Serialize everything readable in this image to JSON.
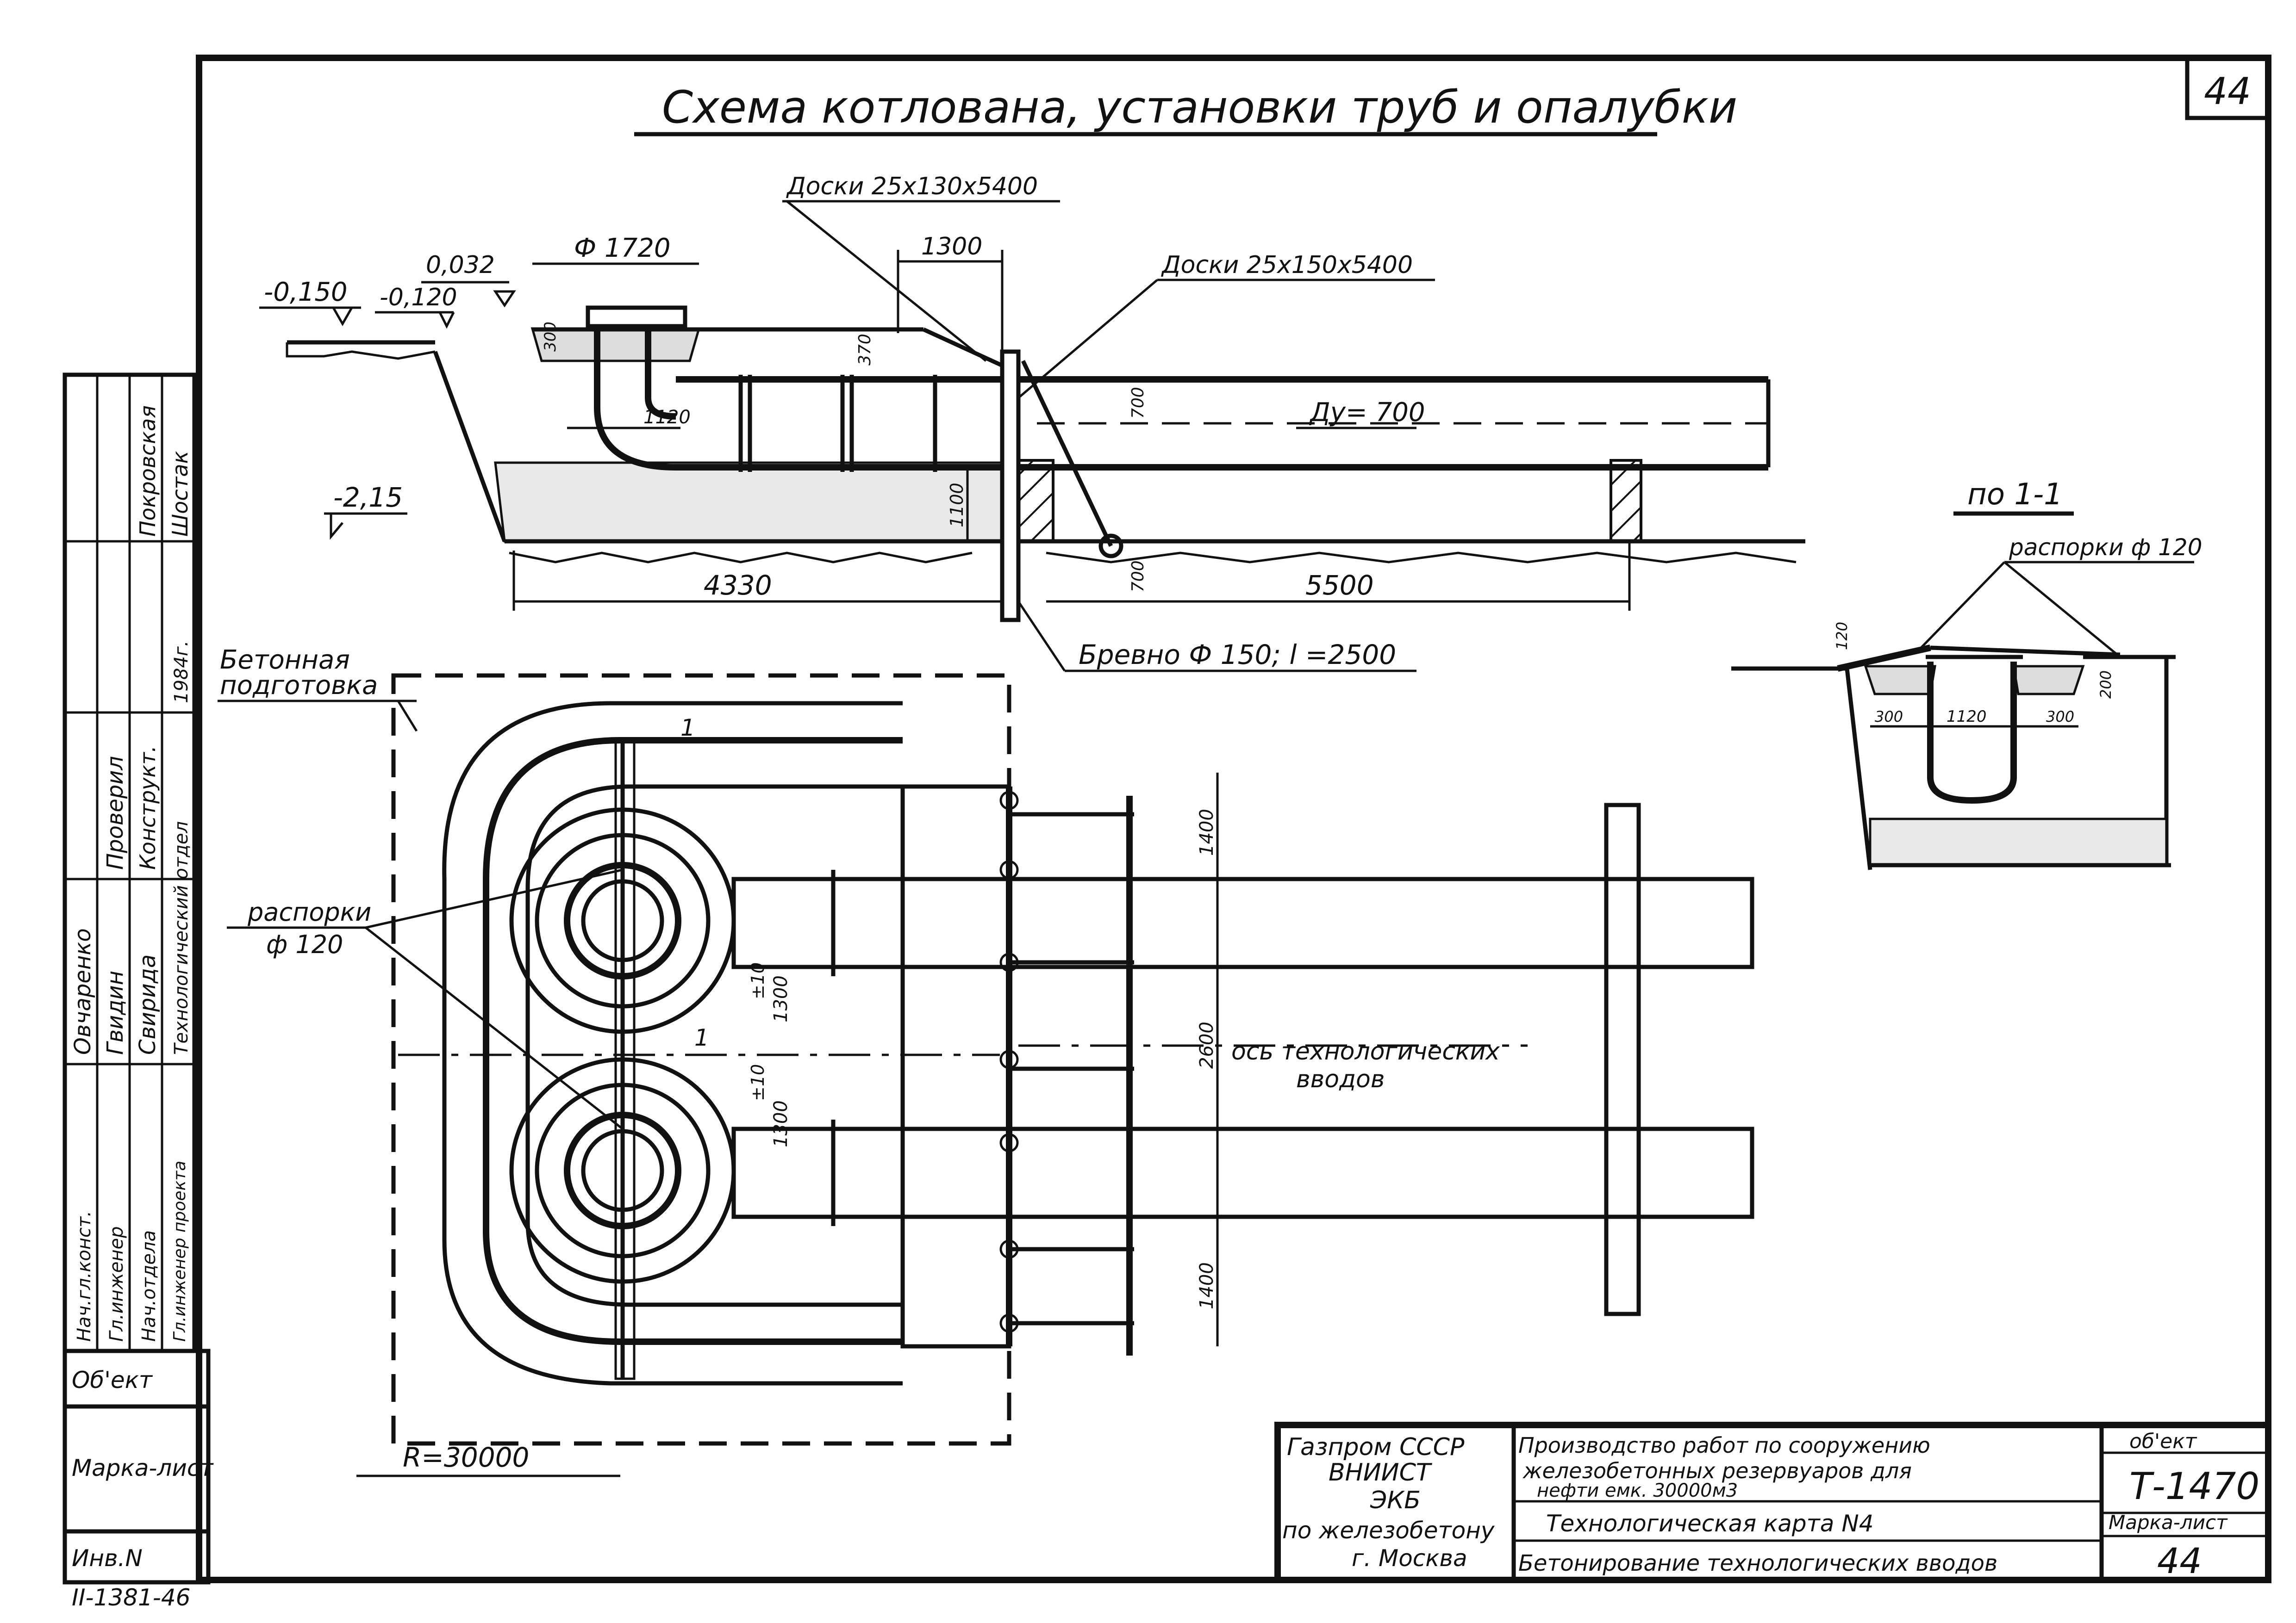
{
  "sheet": {
    "title": "Схема котлована, установки труб и опалубки",
    "page_number": "44"
  },
  "elevation": {
    "level_1": "-0,150",
    "level_2": "-0,120",
    "level_3": "0,032",
    "level_bottom": "-2,15",
    "pipe_dia": "Ф 1720",
    "dim_1300_top": "1300",
    "board_label_1": "Доски 25х130х5400",
    "board_label_2": "Доски 25х150х5400",
    "pipe_label": "Ду= 700",
    "dim_300": "300",
    "dim_370": "370",
    "dim_1120": "1120",
    "dim_700a": "700",
    "dim_1100": "1100",
    "dim_700b": "700",
    "dim_4330": "4330",
    "dim_5500": "5500",
    "log_label": "Бревно Ф 150; l =2500"
  },
  "plan": {
    "concrete_label_1": "Бетонная",
    "concrete_label_2": "подготовка",
    "strut_label_1": "распорки",
    "strut_label_2": "ф 120",
    "axis_label_1": "ось технологических",
    "axis_label_2": "вводов",
    "dim_1400_top": "1400",
    "dim_2600": "2600",
    "dim_1400_bottom": "1400",
    "dim_1300_a": "1300",
    "dim_1300_b": "1300",
    "tol_a": "±10",
    "tol_b": "±10",
    "radius": "R=30000",
    "section_mark": "1"
  },
  "section": {
    "title": "по 1-1",
    "strut_label": "распорки ф 120",
    "dim_120": "120",
    "dim_300_left": "300",
    "dim_1120": "1120",
    "dim_300_right": "300",
    "dim_200": "200"
  },
  "signatures": {
    "roles": [
      "Нач.гл.конст.",
      "Гл.инженер",
      "Нач.отдела",
      "Гл.инженер проекта",
      "Технологический отдел"
    ],
    "names": [
      "Овчаренко",
      "Гвидин",
      "Свирида"
    ],
    "checked": "Проверил",
    "constructor": "Конструкт.",
    "approvers": [
      "Покровская",
      "Шостак"
    ],
    "date": "1984г."
  },
  "left_stamp": {
    "object": "Об'ект",
    "mark_sheet": "Марка-лист",
    "inv": "Инв.N",
    "code": "II-1381-46"
  },
  "title_block": {
    "org_1": "Газпром СССР",
    "org_2": "ВНИИСТ",
    "org_3": "ЭКБ",
    "org_4": "по железобетону",
    "org_5": "г. Москва",
    "desc_1": "Производство работ по сооружению",
    "desc_2": "железобетонных резервуаров для",
    "desc_3": "нефти емк. 30000м3",
    "card": "Технологическая карта N4",
    "subject": "Бетонирование технологических вводов",
    "object_label": "об'ект",
    "object_value": "Т-1470",
    "mark_label": "Марка-лист",
    "mark_value": "44"
  }
}
